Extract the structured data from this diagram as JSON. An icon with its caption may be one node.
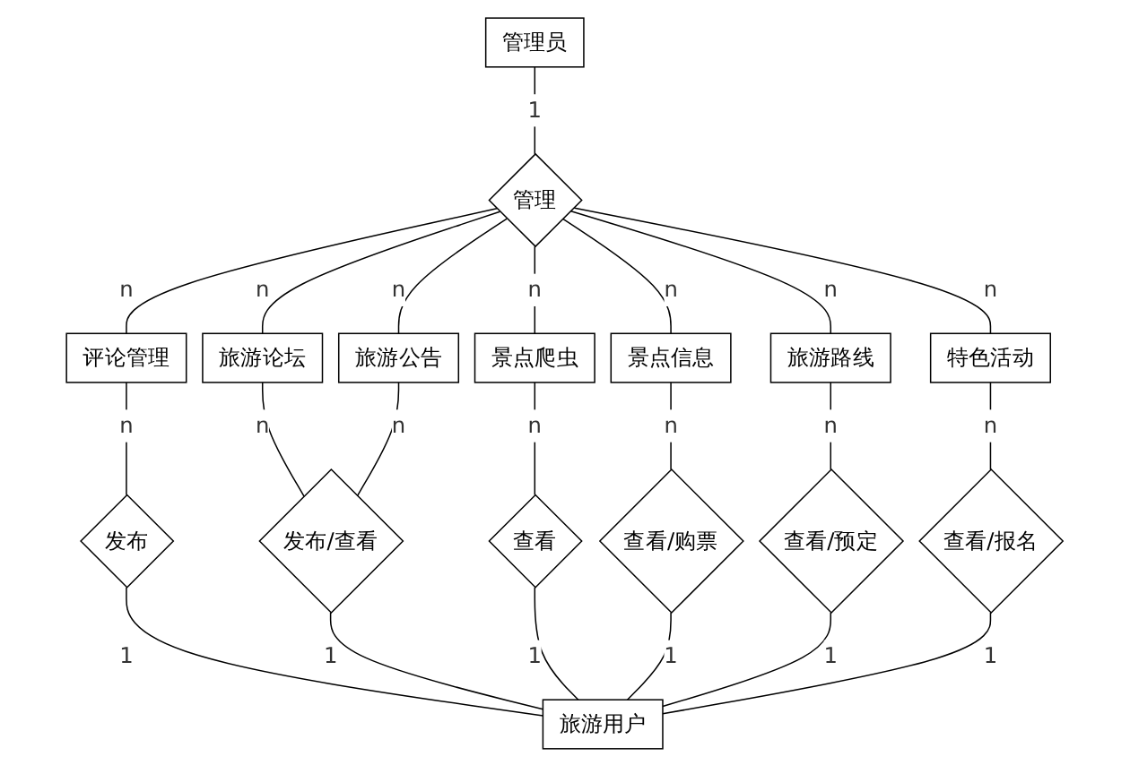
{
  "diagram": {
    "nodes": [
      {
        "text": [
          "管理员"
        ]
      },
      {
        "text": [
          "管理"
        ]
      },
      {
        "text": [
          "评论管理"
        ]
      },
      {
        "text": [
          "旅游论坛"
        ]
      },
      {
        "text": [
          "旅游公告"
        ]
      },
      {
        "text": [
          "景点爬虫"
        ]
      },
      {
        "text": [
          "景点信息"
        ]
      },
      {
        "text": [
          "旅游路线"
        ]
      },
      {
        "text": [
          "特色活动"
        ]
      },
      {
        "text": [
          "发布"
        ]
      },
      {
        "text": [
          "发布/查看"
        ]
      },
      {
        "text": [
          "查看"
        ]
      },
      {
        "text": [
          "查看/购票"
        ]
      },
      {
        "text": [
          "查看/预定"
        ]
      },
      {
        "text": [
          "查看/报名"
        ]
      },
      {
        "text": [
          "旅游用户"
        ]
      }
    ],
    "edges": [
      {
        "from": 0,
        "to": 1,
        "arrow": "none",
        "label": "1"
      },
      {
        "from": 1,
        "to": 2,
        "arrow": "none",
        "label": "n"
      },
      {
        "from": 1,
        "to": 3,
        "arrow": "none",
        "label": "n"
      },
      {
        "from": 1,
        "to": 4,
        "arrow": "none",
        "label": "n"
      },
      {
        "from": 1,
        "to": 5,
        "arrow": "none",
        "label": "n"
      },
      {
        "from": 1,
        "to": 6,
        "arrow": "none",
        "label": "n"
      },
      {
        "from": 1,
        "to": 7,
        "arrow": "none",
        "label": "n"
      },
      {
        "from": 1,
        "to": 8,
        "arrow": "none",
        "label": "n"
      },
      {
        "from": 2,
        "to": 9,
        "arrow": "none",
        "label": "n"
      },
      {
        "from": 3,
        "to": 10,
        "arrow": "none",
        "label": "n"
      },
      {
        "from": 4,
        "to": 10,
        "arrow": "none",
        "label": "n"
      },
      {
        "from": 5,
        "to": 11,
        "arrow": "none",
        "label": "n"
      },
      {
        "from": 6,
        "to": 12,
        "arrow": "none",
        "label": "n"
      },
      {
        "from": 7,
        "to": 13,
        "arrow": "none",
        "label": "n"
      },
      {
        "from": 8,
        "to": 14,
        "arrow": "none",
        "label": "n"
      },
      {
        "from": 9,
        "to": 15,
        "arrow": "none",
        "label": "1"
      },
      {
        "from": 10,
        "to": 15,
        "arrow": "none",
        "label": "1"
      },
      {
        "from": 11,
        "to": 15,
        "arrow": "none",
        "label": "1"
      },
      {
        "from": 12,
        "to": 15,
        "arrow": "none",
        "label": "1"
      },
      {
        "from": 13,
        "to": 15,
        "arrow": "none",
        "label": "1"
      },
      {
        "from": 14,
        "to": 15,
        "arrow": "none",
        "label": "1"
      }
    ]
  }
}
